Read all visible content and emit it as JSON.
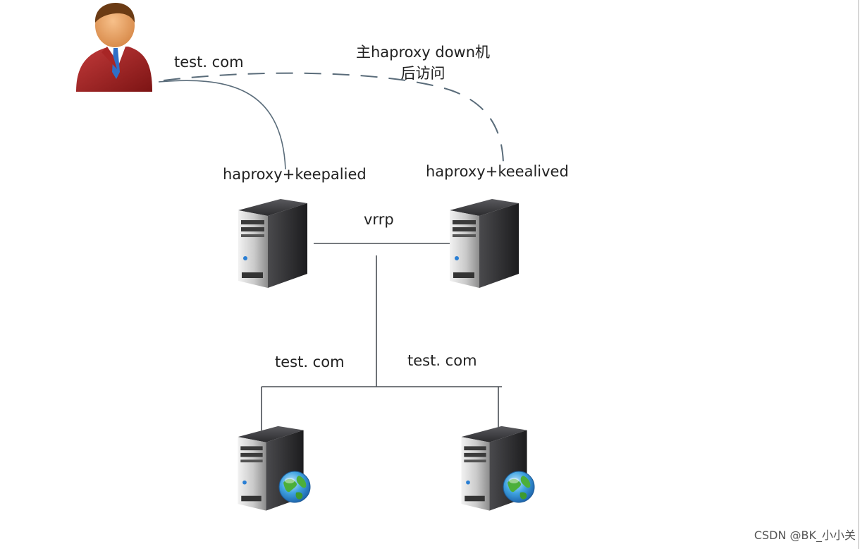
{
  "labels": {
    "client_domain": "test. com",
    "failover_note_line1": "主haproxy  down机",
    "failover_note_line2": "后访问",
    "lb_primary": "haproxy+keepalied",
    "lb_backup": "haproxy+keealived",
    "vrrp": "vrrp",
    "backend_left_domain": "test. com",
    "backend_right_domain": "test. com"
  },
  "watermark": "CSDN @BK_小小关",
  "icons": {
    "client": "user-icon",
    "lb_primary": "server-icon",
    "lb_backup": "server-icon",
    "backend_left": "web-server-icon",
    "backend_right": "web-server-icon"
  },
  "colors": {
    "connector": "#5a6c7a",
    "server_body": "#2e2e30",
    "suit": "#9c1f1f"
  }
}
